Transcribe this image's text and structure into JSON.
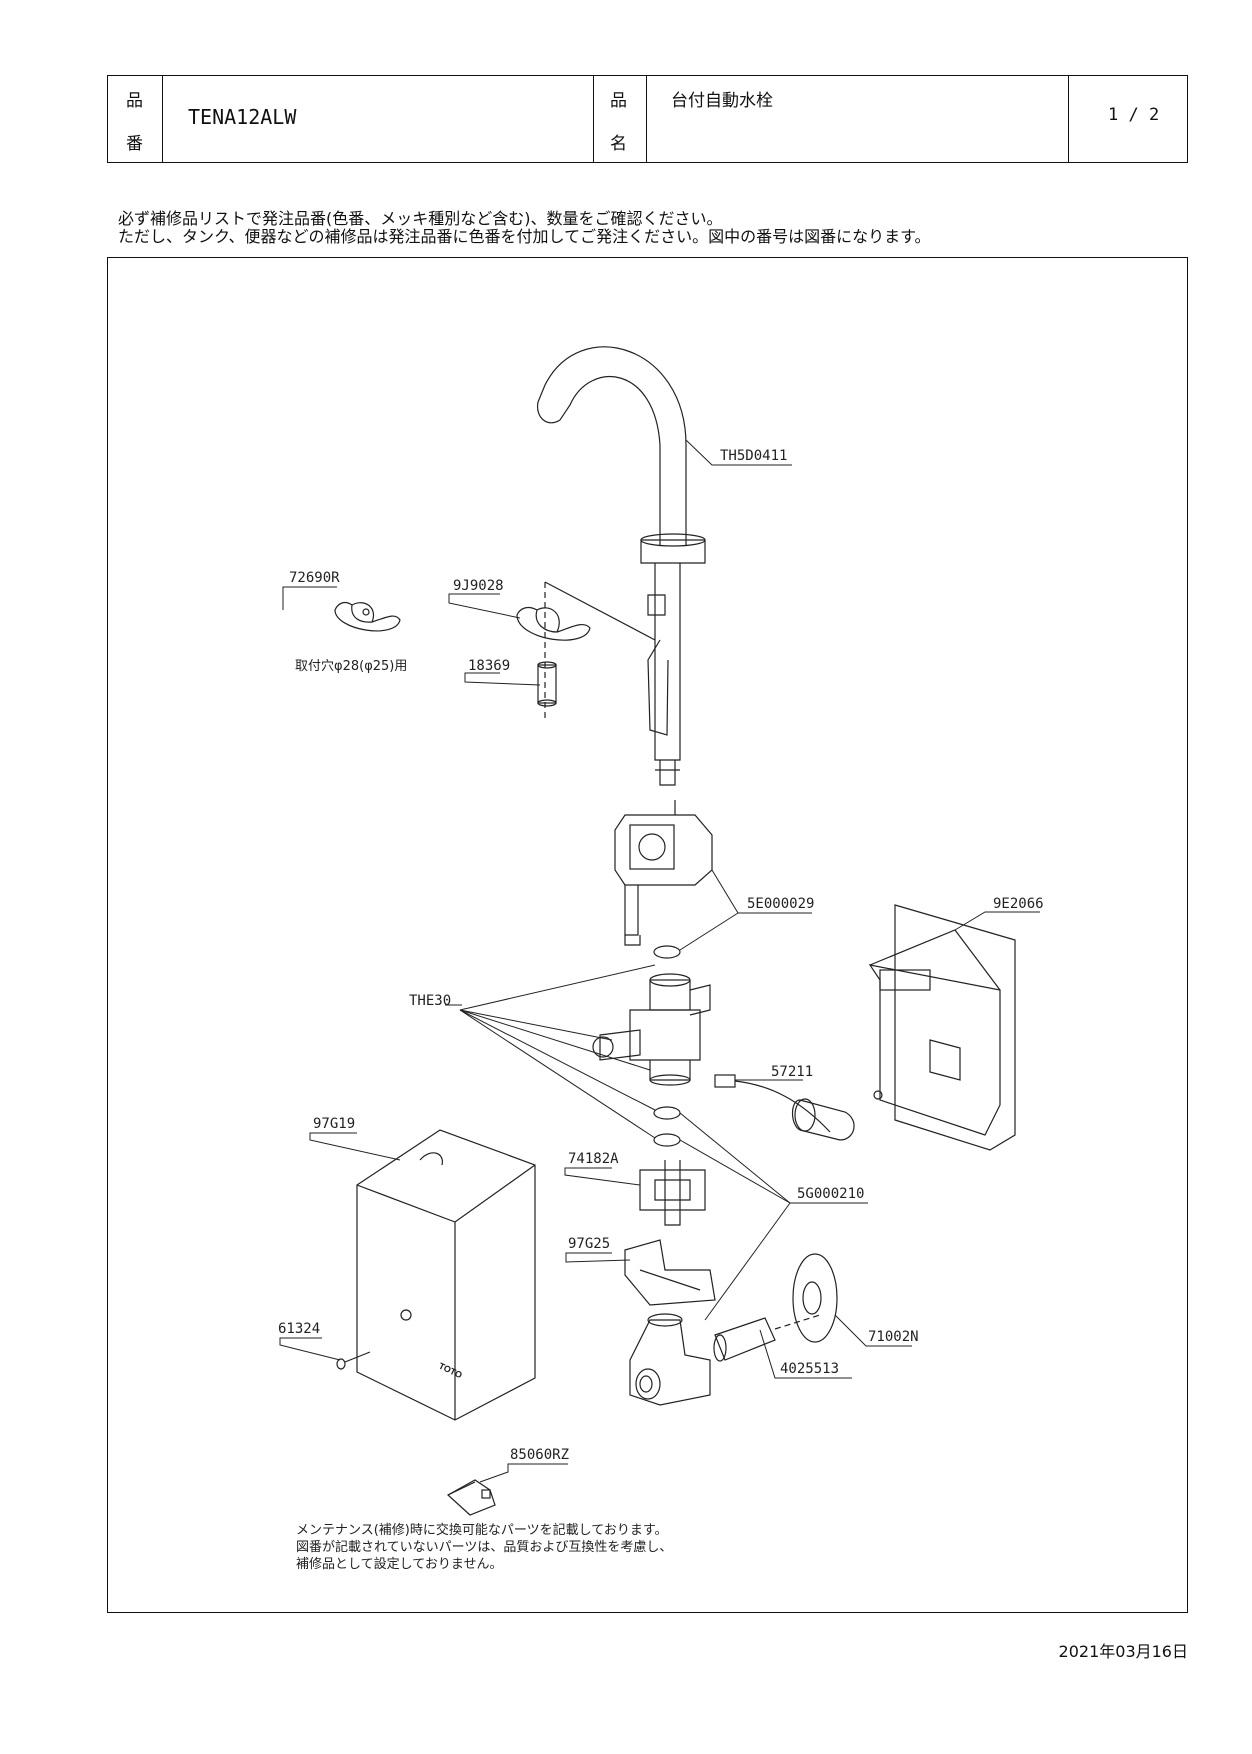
{
  "header": {
    "hinban_label_top": "品",
    "hinban_label_bottom": "番",
    "product_code": "TENA12ALW",
    "hinmei_label_top": "品",
    "hinmei_label_bottom": "名",
    "product_name": "台付自動水栓",
    "page": "1 / 2"
  },
  "notes": {
    "line1": "必ず補修品リストで発注品番(色番、メッキ種別など含む)、数量をご確認ください。",
    "line2": "ただし、タンク、便器などの補修品は発注品番に色番を付加してご発注ください。図中の番号は図番になります。"
  },
  "parts": {
    "spout": "TH5D0411",
    "washer_a": "72690R",
    "washer_a_note": "取付穴φ28(φ25)用",
    "washer_b": "9J9028",
    "nut": "18369",
    "valve": "5E000029",
    "controller": "9E2066",
    "valve_unit": "THE30",
    "battery": "57211",
    "cover": "97G19",
    "holder": "74182A",
    "packing": "5G000210",
    "bracket": "97G25",
    "screw": "61324",
    "flange": "71002N",
    "nipple": "4025513",
    "key": "85060RZ",
    "cover_brand": "TOTO"
  },
  "footer_note": {
    "line1": "メンテナンス(補修)時に交換可能なパーツを記載しております。",
    "line2": "図番が記載されていないパーツは、品質および互換性を考慮し、",
    "line3": "補修品として設定しておりません。"
  },
  "date": "2021年03月16日"
}
